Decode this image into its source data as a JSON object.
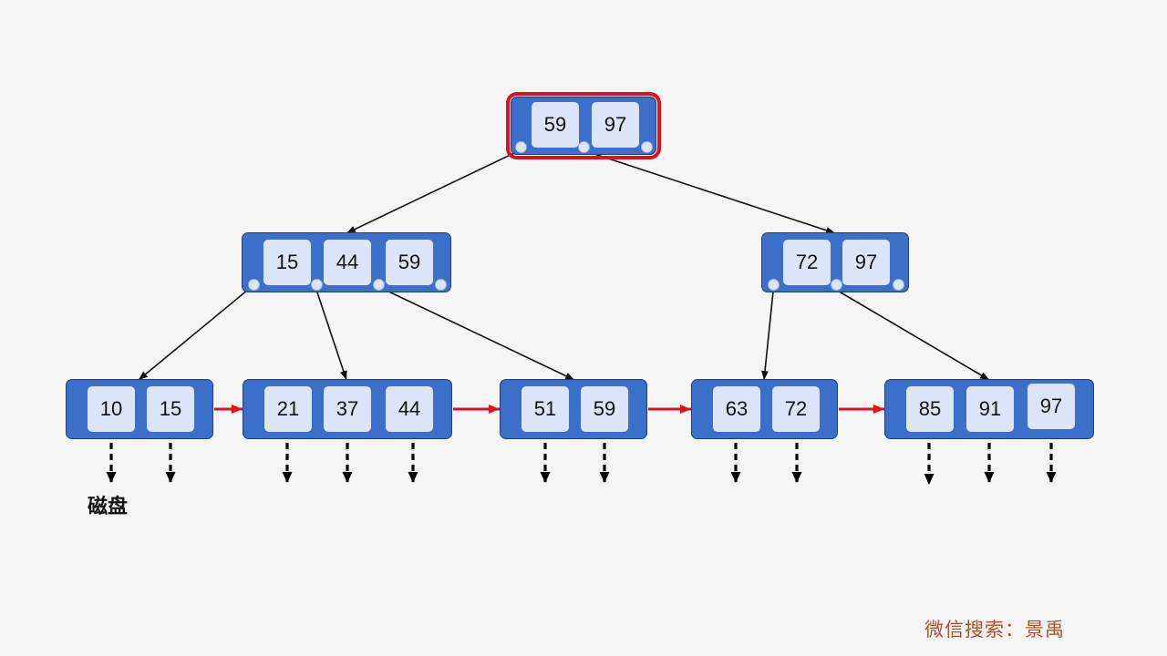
{
  "nodes": [
    {
      "id": "root",
      "keys": [
        "59",
        "97"
      ],
      "highlighted": true
    },
    {
      "id": "internal-left",
      "keys": [
        "15",
        "44",
        "59"
      ]
    },
    {
      "id": "internal-right",
      "keys": [
        "72",
        "97"
      ]
    },
    {
      "id": "leaf-1",
      "keys": [
        "10",
        "15"
      ]
    },
    {
      "id": "leaf-2",
      "keys": [
        "21",
        "37",
        "44"
      ]
    },
    {
      "id": "leaf-3",
      "keys": [
        "51",
        "59"
      ]
    },
    {
      "id": "leaf-4",
      "keys": [
        "63",
        "72"
      ]
    },
    {
      "id": "leaf-5",
      "keys": [
        "85",
        "91",
        "97"
      ]
    }
  ],
  "tree_edges": [
    {
      "from": "root",
      "to": "internal-left"
    },
    {
      "from": "root",
      "to": "internal-right"
    },
    {
      "from": "internal-left",
      "to": "leaf-1"
    },
    {
      "from": "internal-left",
      "to": "leaf-2"
    },
    {
      "from": "internal-left",
      "to": "leaf-3"
    },
    {
      "from": "internal-right",
      "to": "leaf-4"
    },
    {
      "from": "internal-right",
      "to": "leaf-5"
    }
  ],
  "leaf_links": [
    {
      "from": "leaf-1",
      "to": "leaf-2"
    },
    {
      "from": "leaf-2",
      "to": "leaf-3"
    },
    {
      "from": "leaf-3",
      "to": "leaf-4"
    },
    {
      "from": "leaf-4",
      "to": "leaf-5"
    }
  ],
  "colors": {
    "node_fill": "#3b6fc9",
    "key_fill": "#dbe5f7",
    "highlight": "#e0101e",
    "leaf_link": "#e0101e",
    "edge": "#111111"
  },
  "labels": {
    "disk": "磁盘",
    "watermark": "微信搜索：景禹"
  }
}
